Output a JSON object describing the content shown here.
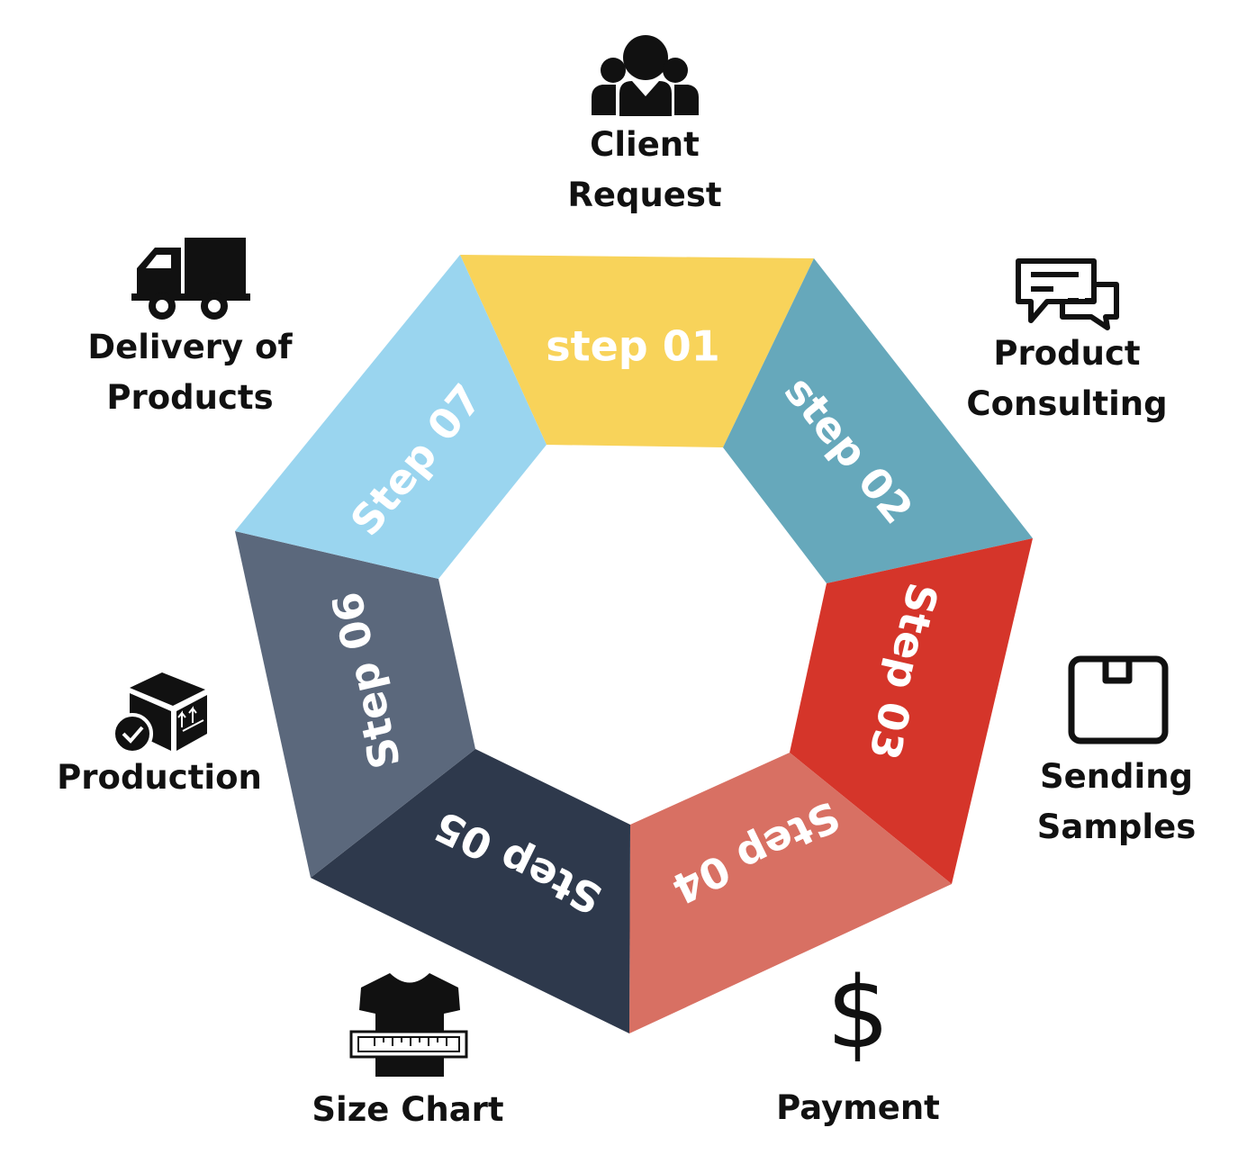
{
  "segments": [
    {
      "step_label": "step 01",
      "color": "#f8d35a"
    },
    {
      "step_label": "step 02",
      "color": "#66a8bb"
    },
    {
      "step_label": "Step 03",
      "color": "#d5352a"
    },
    {
      "step_label": "Step 04",
      "color": "#d87063"
    },
    {
      "step_label": "Step 05",
      "color": "#2e394c"
    },
    {
      "step_label": "Step 06",
      "color": "#5b687c"
    },
    {
      "step_label": "Step 07",
      "color": "#9ad5ef"
    }
  ],
  "stages": [
    {
      "line1": "Client",
      "line2": "Request",
      "icon": "group-icon"
    },
    {
      "line1": "Product",
      "line2": "Consulting",
      "icon": "chat-icon"
    },
    {
      "line1": "Sending",
      "line2": "Samples",
      "icon": "package-icon"
    },
    {
      "line1": "Payment",
      "line2": "",
      "icon": "dollar-icon"
    },
    {
      "line1": "Size Chart",
      "line2": "",
      "icon": "tshirt-icon"
    },
    {
      "line1": "Production",
      "line2": "",
      "icon": "box-check-icon"
    },
    {
      "line1": "Delivery of",
      "line2": "Products",
      "icon": "truck-icon"
    }
  ]
}
